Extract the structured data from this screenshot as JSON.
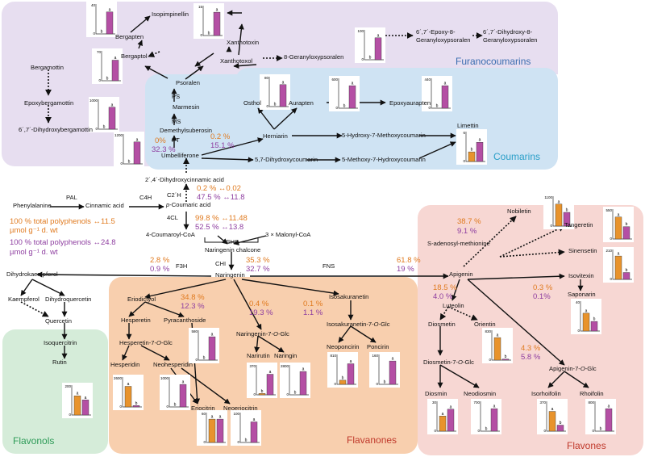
{
  "groups": {
    "furanocoumarins": {
      "title": "Furanocoumarins",
      "fill": "#e7def0",
      "color": "#3b6db0"
    },
    "coumarins": {
      "title": "Coumarins",
      "fill": "#cfe3f3",
      "color": "#2a9fc8"
    },
    "flavones": {
      "title": "Flavones",
      "fill": "#f7d7d3",
      "color": "#c0392b"
    },
    "flavanones": {
      "title": "Flavanones",
      "fill": "#f8cfae",
      "color": "#c0392b"
    },
    "flavonols": {
      "title": "Flavonols",
      "fill": "#d5ecd9",
      "color": "#2e9b58"
    }
  },
  "colors": {
    "orange": "#e8932c",
    "purple": "#b44fa4",
    "orange_text": "#e07a1f",
    "purple_text": "#8e3ea0"
  },
  "compounds": {
    "isopimpinellin": "Isopimpinellin",
    "bergapten": "Bergapten",
    "bergaptol": "Bergaptol",
    "bergamottin": "Bergamottin",
    "epoxybergamottin": "Epoxybergamottin",
    "dihydroxybergamottin": "6´,7´-Dihydroxybergamottin",
    "xanthotoxin": "Xanthotoxin",
    "xanthotoxol": "Xanthotoxol",
    "geranyloxypsoralen": "8-Geranyloxypsoralen",
    "epoxygeranyl_1": "6´,7´-Epoxy-8-",
    "epoxygeranyl_2": "Geranyloxypsoralen",
    "dihydroxygeranyl_1": "6´,7´-Dihydroxy-8-",
    "dihydroxygeranyl_2": "Geranyloxypsoralen",
    "psoralen": "Psoralen",
    "marmesin": "Marmesin",
    "demethylsuberosin": "Demethylsuberosin",
    "umbelliferone": "Umbelliferone",
    "osthol": "Osthol",
    "aurapten": "Aurapten",
    "epoxyaurapten": "Epoxyaurapten",
    "herniarin": "Herniarin",
    "hydroxymethoxycoumarin": "5-Hydroxy-7-Methoxycoumarin",
    "limettin": "Limettin",
    "dihydroxycoumarin": "5,7-Dihydroxycoumarin",
    "methoxyhydroxycoumarin": "5-Methoxy-7-Hydroxycoumarin",
    "dihydroxycinnamic": "2´,4´-Dihydroxycinnamic acid",
    "phenylalanine": "Phenylalanine",
    "cinnamic": "Cinnamic acid",
    "pcoumaric_prefix": "p",
    "pcoumaric": "-Coumaric acid",
    "coumaroylcoa": "4-Coumaroyl-CoA",
    "malonylcoa": "3 × Malonyl-CoA",
    "naringenin_chalcone": "Naringenin chalcone",
    "naringenin": "Naringenin",
    "dihydrokaempferol": "Dihydrokaempferol",
    "kaempferol": "Kaempferol",
    "dihydroquercetin": "Dihydroquercetin",
    "quercetin": "Quercetin",
    "isoquercitrin": "Isoquercitrin",
    "rutin": "Rutin",
    "eriodictyol": "Eriodictyol",
    "hesperetin": "Hesperetin",
    "pyracanthoside": "Pyracanthoside",
    "hesperetin7": "Hesperetin-7-",
    "hesperidin": "Hesperidin",
    "neohesperidin": "Neohesperidin",
    "eriocitrin": "Eriocitrin",
    "neoeriocitrin": "Neoeriocitrin",
    "naringenin7": "Naringenin-7-",
    "narirutin": "Narirutin",
    "naringin": "Naringin",
    "isosakuranetin": "Isosakuranetin",
    "isosakuranetin7": "Isosakuranetin-7-",
    "neoponcirin": "Neoponcirin",
    "poncirin": "Poncirin",
    "apigenin": "Apigenin",
    "nobiletin": "Nobiletin",
    "tangeretin": "Tangeretin",
    "sinensetin": "Sinensetin",
    "sam": "S-adenosyl-methionine",
    "isovitexin": "Isovitexin",
    "saponarin": "Saponarin",
    "luteolin": "Luteolin",
    "diosmetin": "Diosmetin",
    "orientin": "Orientin",
    "diosmetin7": "Diosmetin-7-",
    "diosmin": "Diosmin",
    "neodiosmin": "Neodiosmin",
    "apigenin7": "Apigenin-7-",
    "isorhoifolin": "Isorhoifolin",
    "rhoifolin": "Rhoifolin",
    "o_italic": "O",
    "glc_suffix": "-Glc"
  },
  "enzymes": {
    "pal": "PAL",
    "c4h": "C4H",
    "c2h": "C2´H",
    "cl4": "4CL",
    "chs": "CHS",
    "chi": "CHI",
    "f3h": "F3H",
    "fns": "FNS",
    "ps": "PS",
    "ms": "MS",
    "pt": "PT"
  },
  "percentages": {
    "furano_o": "0%",
    "furano_p": "32.3 %",
    "coumarin_o": "0.2 %",
    "coumarin_p": "15.1 %",
    "dhca_o": "0.2 % ↔0.02",
    "dhca_p": "47.5 % ↔11.8",
    "cl4_o": "99.8 % ↔11.48",
    "cl4_p": "52.5 % ↔13.8",
    "f3h_o": "2.8 %",
    "f3h_p": "0.9 %",
    "chi_o": "35.3 %",
    "chi_p": "32.7 %",
    "fns_o": "61.8 %",
    "fns_p": "19 %",
    "erio_o": "34.8 %",
    "erio_p": "12.3 %",
    "nar7_o": "0.4 %",
    "nar7_p": "19.3 %",
    "isosak_o": "0.1 %",
    "isosak_p": "1.1 %",
    "nobiletin_o": "38.7 %",
    "nobiletin_p": "9.1 %",
    "isovitexin_o": "0.3 %",
    "isovitexin_p": "0.1%",
    "luteolin_o": "18.5 %",
    "luteolin_p": "4.0 %",
    "apigenin7_o": "4.3 %",
    "apigenin7_p": "5.8 %"
  },
  "totals": {
    "orange_line1": "100 % total polyphenols ↔11.5",
    "orange_line2": "µmol g⁻¹ d. wt",
    "purple_line1": "100 % total polyphenols ↔24.8",
    "purple_line2": "µmol g⁻¹ d. wt"
  },
  "bar_charts": [
    {
      "id": "bergapten",
      "ymax": "40",
      "o": 0.0,
      "p": 0.8,
      "lo": "",
      "lp": "a",
      "lb": "b"
    },
    {
      "id": "xanthotoxin",
      "ymax": "15",
      "o": 0.0,
      "p": 0.85,
      "lo": "",
      "lp": "a",
      "lb": "b"
    },
    {
      "id": "bergaptol",
      "ymax": "70",
      "o": 0.0,
      "p": 0.75,
      "lo": "",
      "lp": "a",
      "lb": "b"
    },
    {
      "id": "geranyloxy",
      "ymax": "100",
      "o": 0.0,
      "p": 0.8,
      "lo": "",
      "lp": "a",
      "lb": "b"
    },
    {
      "id": "epoxyberg",
      "ymax": "1000",
      "o": 0.0,
      "p": 0.8,
      "lo": "",
      "lp": "a",
      "lb": "b"
    },
    {
      "id": "dihydroberg",
      "ymax": "1200",
      "o": 0.0,
      "p": 0.8,
      "lo": "",
      "lp": "a",
      "lb": "b"
    },
    {
      "id": "osthol",
      "ymax": "80",
      "o": 0.0,
      "p": 0.8,
      "lo": "",
      "lp": "a",
      "lb": "b"
    },
    {
      "id": "aurapten",
      "ymax": "600",
      "o": 0.0,
      "p": 0.82,
      "lo": "",
      "lp": "a",
      "lb": "b"
    },
    {
      "id": "epoxyaur",
      "ymax": "440",
      "o": 0.0,
      "p": 0.82,
      "lo": "",
      "lp": "a",
      "lb": "b"
    },
    {
      "id": "limettin",
      "ymax": "6",
      "o": 0.35,
      "p": 0.7,
      "lo": "b",
      "lp": "a",
      "lb": ""
    },
    {
      "id": "rutin",
      "ymax": "200",
      "o": 0.7,
      "p": 0.55,
      "lo": "a",
      "lp": "a",
      "lb": ""
    },
    {
      "id": "hesperidin",
      "ymax": "2600",
      "o": 0.75,
      "p": 0.05,
      "lo": "a",
      "lp": "b",
      "lb": ""
    },
    {
      "id": "neohesp",
      "ymax": "1000",
      "o": 0.0,
      "p": 0.82,
      "lo": "",
      "lp": "a",
      "lb": "b"
    },
    {
      "id": "pyracanth",
      "ymax": "580",
      "o": 0.0,
      "p": 0.85,
      "lo": "",
      "lp": "a",
      "lb": "b"
    },
    {
      "id": "eriocitrin",
      "ymax": "60",
      "o": 0.85,
      "p": 0.85,
      "lo": "a",
      "lp": "a",
      "lb": ""
    },
    {
      "id": "neoerio",
      "ymax": "100",
      "o": 0.0,
      "p": 0.75,
      "lo": "",
      "lp": "a",
      "lb": "b"
    },
    {
      "id": "narirutin",
      "ymax": "370",
      "o": 0.05,
      "p": 0.75,
      "lo": "b",
      "lp": "a",
      "lb": ""
    },
    {
      "id": "naringin",
      "ymax": "2800",
      "o": 0.0,
      "p": 0.85,
      "lo": "",
      "lp": "a",
      "lb": "b"
    },
    {
      "id": "neoponcirin",
      "ymax": "810",
      "o": 0.15,
      "p": 0.75,
      "lo": "b",
      "lp": "a",
      "lb": ""
    },
    {
      "id": "poncirin",
      "ymax": "160",
      "o": 0.0,
      "p": 0.85,
      "lo": "",
      "lp": "a",
      "lb": "b"
    },
    {
      "id": "nobiletin",
      "ymax": "1100",
      "o": 0.8,
      "p": 0.5,
      "lo": "a",
      "lp": "b",
      "lb": ""
    },
    {
      "id": "tangeretin",
      "ymax": "550",
      "o": 0.8,
      "p": 0.45,
      "lo": "a",
      "lp": "b",
      "lb": ""
    },
    {
      "id": "sinensetin",
      "ymax": "210",
      "o": 0.85,
      "p": 0.25,
      "lo": "a",
      "lp": "b",
      "lb": ""
    },
    {
      "id": "saponarin",
      "ymax": "40",
      "o": 0.65,
      "p": 0.35,
      "lo": "a",
      "lp": "b",
      "lb": ""
    },
    {
      "id": "orientin",
      "ymax": "830",
      "o": 0.82,
      "p": 0.04,
      "lo": "a",
      "lp": "b",
      "lb": ""
    },
    {
      "id": "diosmin",
      "ymax": "30",
      "o": 0.55,
      "p": 0.8,
      "lo": "a",
      "lp": "a",
      "lb": ""
    },
    {
      "id": "neodiosmin",
      "ymax": "700",
      "o": 0.0,
      "p": 0.82,
      "lo": "",
      "lp": "a",
      "lb": "b"
    },
    {
      "id": "isorhoifolin",
      "ymax": "370",
      "o": 0.72,
      "p": 0.22,
      "lo": "a",
      "lp": "b",
      "lb": ""
    },
    {
      "id": "rhoifolin",
      "ymax": "800",
      "o": 0.0,
      "p": 0.82,
      "lo": "",
      "lp": "a",
      "lb": "b"
    }
  ]
}
